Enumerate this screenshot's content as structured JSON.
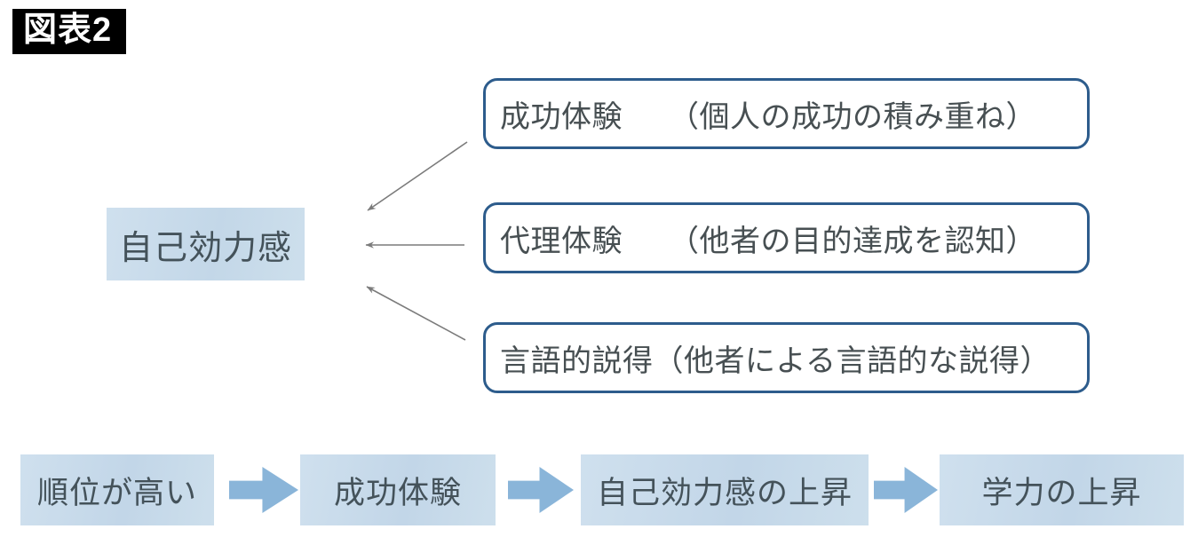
{
  "figure": {
    "title": "図表2"
  },
  "efficacy_diagram": {
    "target_label": "自己効力感",
    "sources": [
      {
        "text": "成功体験　　（個人の成功の積み重ね）"
      },
      {
        "text": "代理体験　　（他者の目的達成を認知）"
      },
      {
        "text": "言語的説得（他者による言語的な説得）"
      }
    ]
  },
  "flow": {
    "steps": [
      {
        "label": "順位が高い"
      },
      {
        "label": "成功体験"
      },
      {
        "label": "自己効力感の上昇"
      },
      {
        "label": "学力の上昇"
      }
    ]
  },
  "colors": {
    "box_fill": "#c9dbea",
    "box_border": "#2d5c8c",
    "block_arrow": "#8ab5d9",
    "connector_gray": "#7b7b7b",
    "text_dark": "#474f52",
    "title_bg": "#000000",
    "title_fg": "#ffffff"
  }
}
